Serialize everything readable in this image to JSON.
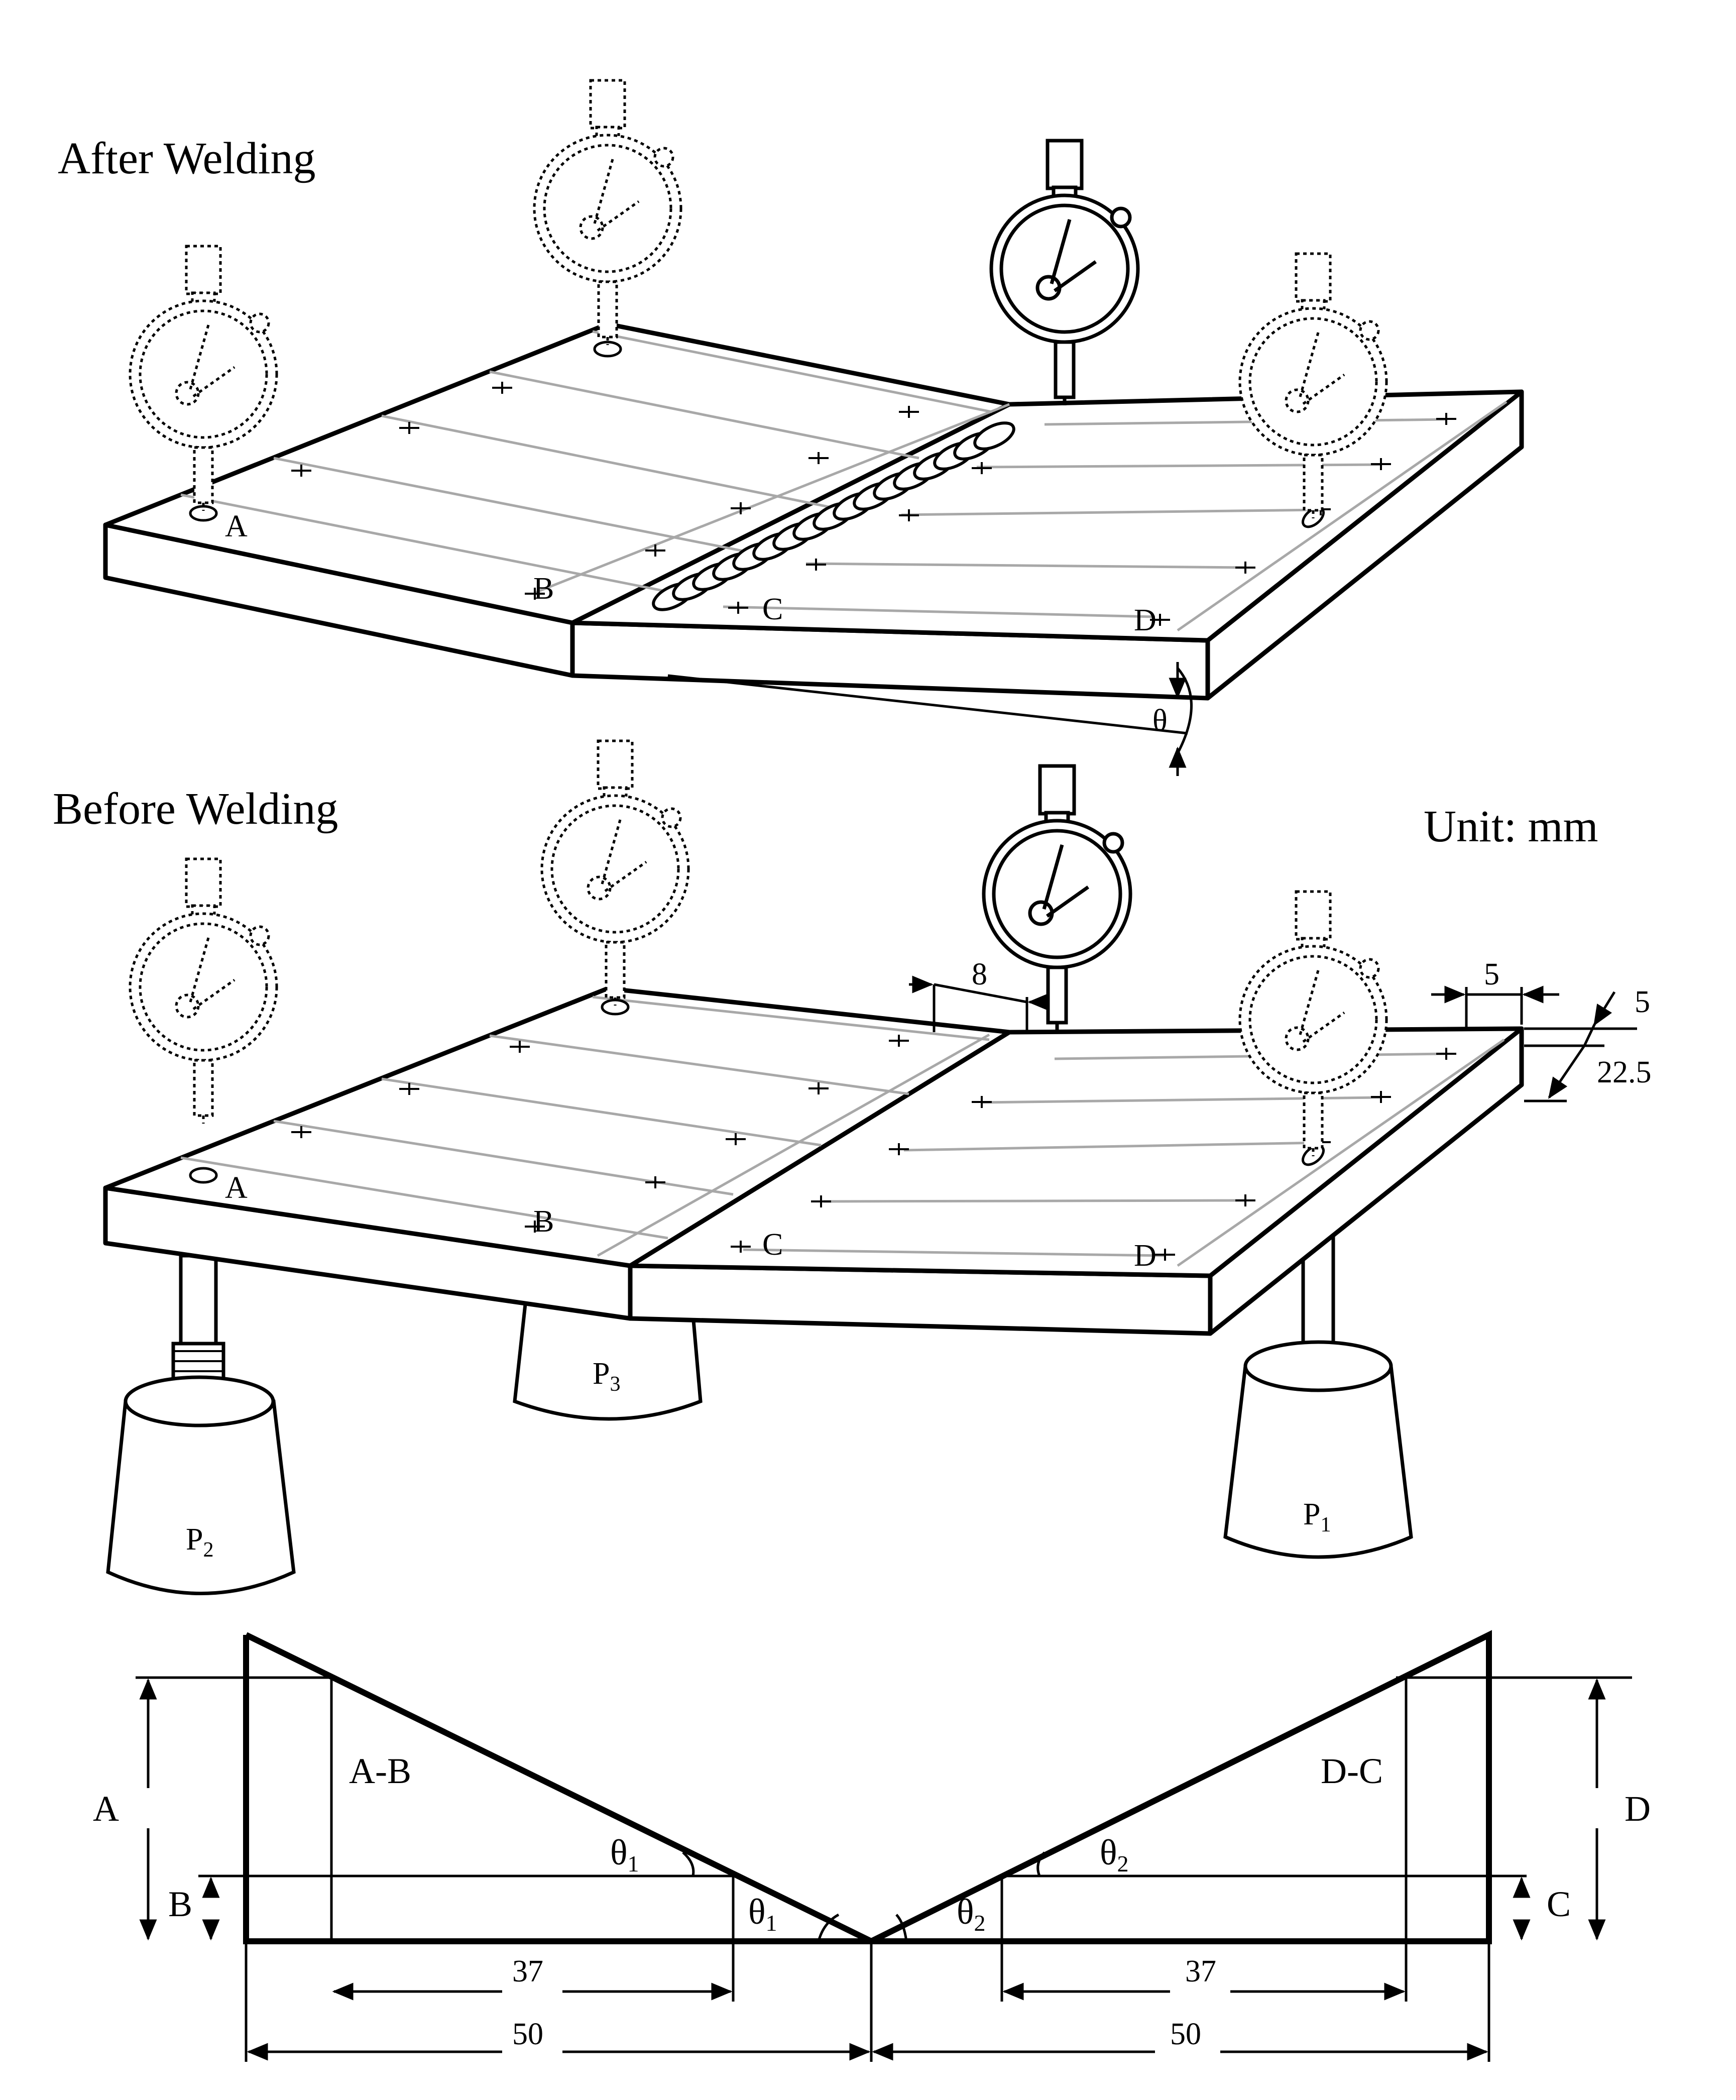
{
  "headings": {
    "after": "After Welding",
    "before": "Before Welding",
    "unit": "Unit: mm"
  },
  "points": {
    "a": "A",
    "b": "B",
    "c": "C",
    "d": "D"
  },
  "angle": "θ",
  "supports": {
    "p1": "P",
    "p1_sub": "1",
    "p2": "P",
    "p2_sub": "2",
    "p3": "P",
    "p3_sub": "3"
  },
  "dimensions": {
    "weld_gap": "8",
    "edge_offset": "5",
    "edge_offset_side": "5",
    "row_pitch": "22.5"
  },
  "schematic": {
    "left_height": "A",
    "left_small": "B",
    "left_region": "A-B",
    "right_height": "D",
    "right_small": "C",
    "right_region": "D-C",
    "theta": "θ",
    "sub1": "1",
    "sub2": "2",
    "inner_span_left": "37",
    "inner_span_right": "37",
    "half_span_left": "50",
    "half_span_right": "50"
  }
}
